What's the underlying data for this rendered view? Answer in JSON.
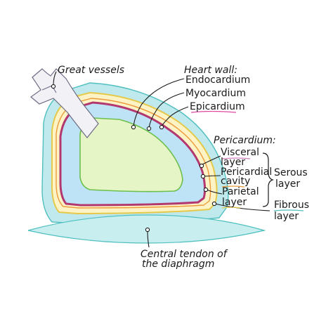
{
  "labels": {
    "great_vessels": "Great vessels",
    "heart_wall": "Heart wall:",
    "endocardium": "Endocardium",
    "myocardium": "Myocardium",
    "epicardium": "Epicardium",
    "pericardium": "Pericardium:",
    "visceral_1": "Visceral",
    "visceral_2": "layer",
    "pericardial_cavity_1": "Pericardial",
    "pericardial_cavity_2": "cavity",
    "parietal_1": "Parietal",
    "parietal_2": "layer",
    "serous_1": "Serous",
    "serous_2": "layer",
    "fibrous_1": "Fibrous",
    "fibrous_2": "layer",
    "central_tendon_1": "Central tendon of",
    "central_tendon_2": "the diaphragm"
  },
  "colors": {
    "fibrous_layer": "#bfe9ec",
    "fibrous_outline": "#4fbfbf",
    "parietal_fill": "#fdf3c4",
    "parietal_line": "#e6c94a",
    "cavity_line": "#ed9a3c",
    "epicardium_line": "#b3386f",
    "myocardium_fill": "#bfe3f6",
    "endocardium_fill": "#e6f5c6",
    "endocardium_outline": "#6bbf4a",
    "vessels_fill": "#f2f2f6",
    "vessels_outline": "#6d6d86",
    "diaphragm_fill": "#c8eef0",
    "epicardium_underline": "#e04aa0",
    "visceral_underline": "#d07ac0",
    "cavity_underline": "#e69a3c",
    "parietal_underline": "#e6c94a",
    "fibrous_underline": "#4fbfbf"
  }
}
